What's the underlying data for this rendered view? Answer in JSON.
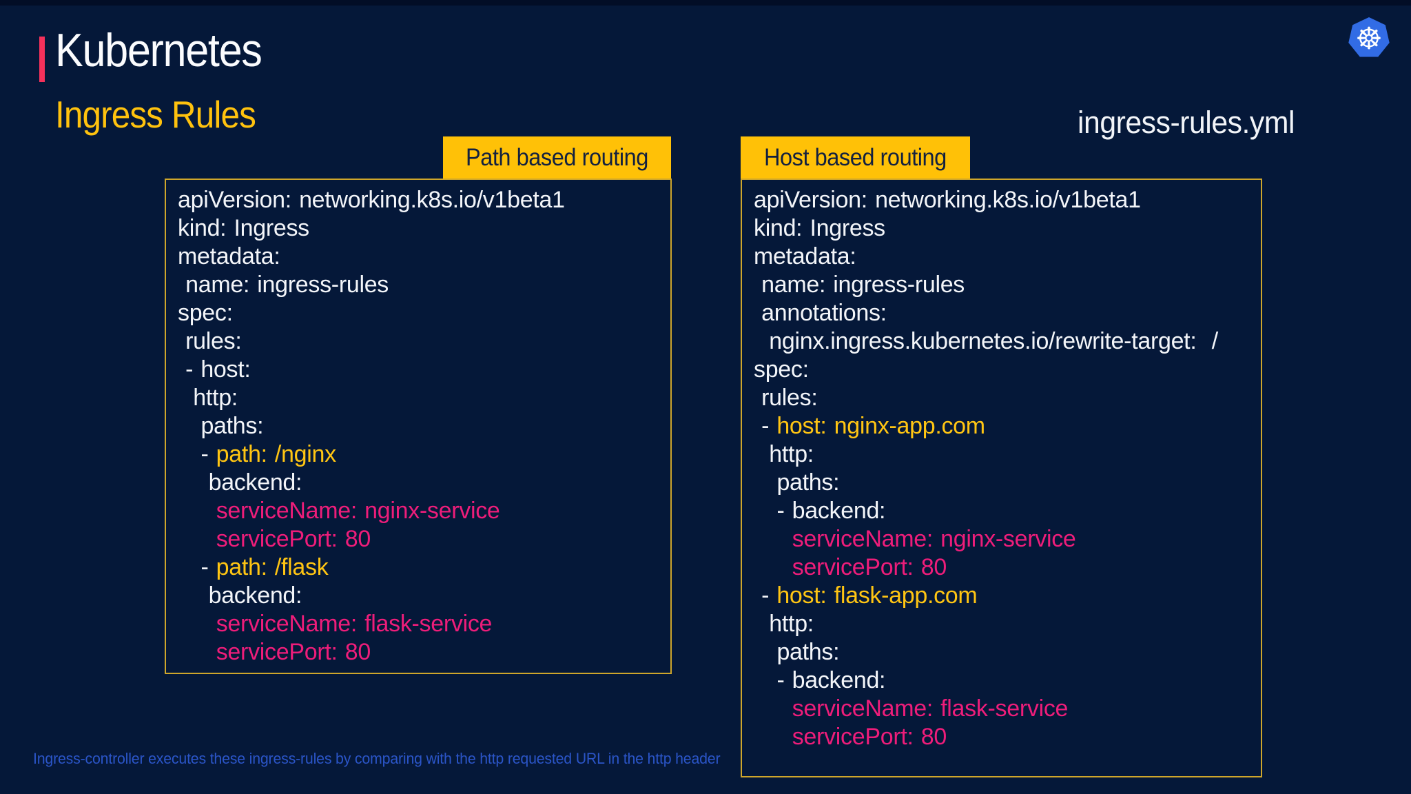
{
  "slide": {
    "title": "Kubernetes",
    "subtitle": "Ingress Rules",
    "filename": "ingress-rules.yml",
    "footnote": "Ingress-controller executes these ingress-rules by comparing with the http requested URL  in the http header"
  },
  "colors": {
    "background": "#051839",
    "accent_red": "#f5315b",
    "yellow": "#ffc107",
    "border_gold": "#cfa62b",
    "code_white": "#f3f5f9",
    "code_yellow": "#ffc513",
    "code_pink": "#ee1d7a",
    "note_blue": "#2b55c8",
    "k8s_blue": "#326ce5"
  },
  "icons": {
    "kubernetes_logo": "☸"
  },
  "panels": [
    {
      "tab": "Path based routing",
      "lines": [
        [
          {
            "t": "apiVersion: networking.k8s.io/v1beta1",
            "c": "white"
          }
        ],
        [
          {
            "t": "kind: Ingress",
            "c": "white"
          }
        ],
        [
          {
            "t": "metadata:",
            "c": "white"
          }
        ],
        [
          {
            "t": " name: ingress-rules",
            "c": "white"
          }
        ],
        [
          {
            "t": "spec:",
            "c": "white"
          }
        ],
        [
          {
            "t": " rules:",
            "c": "white"
          }
        ],
        [
          {
            "t": " - host:",
            "c": "white"
          }
        ],
        [
          {
            "t": "  http:",
            "c": "white"
          }
        ],
        [
          {
            "t": "   paths:",
            "c": "white"
          }
        ],
        [
          {
            "t": "   - ",
            "c": "white"
          },
          {
            "t": "path: /nginx",
            "c": "yellow"
          }
        ],
        [
          {
            "t": "    backend:",
            "c": "white"
          }
        ],
        [
          {
            "t": "     ",
            "c": "white"
          },
          {
            "t": "serviceName: nginx-service",
            "c": "pink"
          }
        ],
        [
          {
            "t": "     ",
            "c": "white"
          },
          {
            "t": "servicePort: 80",
            "c": "pink"
          }
        ],
        [
          {
            "t": "   - ",
            "c": "white"
          },
          {
            "t": "path: /flask",
            "c": "yellow"
          }
        ],
        [
          {
            "t": "    backend:",
            "c": "white"
          }
        ],
        [
          {
            "t": "     ",
            "c": "white"
          },
          {
            "t": "serviceName: flask-service",
            "c": "pink"
          }
        ],
        [
          {
            "t": "     ",
            "c": "white"
          },
          {
            "t": "servicePort: 80",
            "c": "pink"
          }
        ]
      ]
    },
    {
      "tab": "Host based routing",
      "lines": [
        [
          {
            "t": "apiVersion: networking.k8s.io/v1beta1",
            "c": "white"
          }
        ],
        [
          {
            "t": "kind: Ingress",
            "c": "white"
          }
        ],
        [
          {
            "t": "metadata:",
            "c": "white"
          }
        ],
        [
          {
            "t": " name: ingress-rules",
            "c": "white"
          }
        ],
        [
          {
            "t": " annotations:",
            "c": "white"
          }
        ],
        [
          {
            "t": "  nginx.ingress.kubernetes.io/rewrite-target:  /",
            "c": "white"
          }
        ],
        [
          {
            "t": "spec:",
            "c": "white"
          }
        ],
        [
          {
            "t": " rules:",
            "c": "white"
          }
        ],
        [
          {
            "t": " - ",
            "c": "white"
          },
          {
            "t": "host: nginx-app.com",
            "c": "yellow"
          }
        ],
        [
          {
            "t": "  http:",
            "c": "white"
          }
        ],
        [
          {
            "t": "   paths:",
            "c": "white"
          }
        ],
        [
          {
            "t": "   - backend:",
            "c": "white"
          }
        ],
        [
          {
            "t": "     ",
            "c": "white"
          },
          {
            "t": "serviceName: nginx-service",
            "c": "pink"
          }
        ],
        [
          {
            "t": "     ",
            "c": "white"
          },
          {
            "t": "servicePort: 80",
            "c": "pink"
          }
        ],
        [
          {
            "t": " - ",
            "c": "white"
          },
          {
            "t": "host: flask-app.com",
            "c": "yellow"
          }
        ],
        [
          {
            "t": "  http:",
            "c": "white"
          }
        ],
        [
          {
            "t": "   paths:",
            "c": "white"
          }
        ],
        [
          {
            "t": "   - backend:",
            "c": "white"
          }
        ],
        [
          {
            "t": "     ",
            "c": "white"
          },
          {
            "t": "serviceName: flask-service",
            "c": "pink"
          }
        ],
        [
          {
            "t": "     ",
            "c": "white"
          },
          {
            "t": "servicePort: 80",
            "c": "pink"
          }
        ]
      ]
    }
  ]
}
